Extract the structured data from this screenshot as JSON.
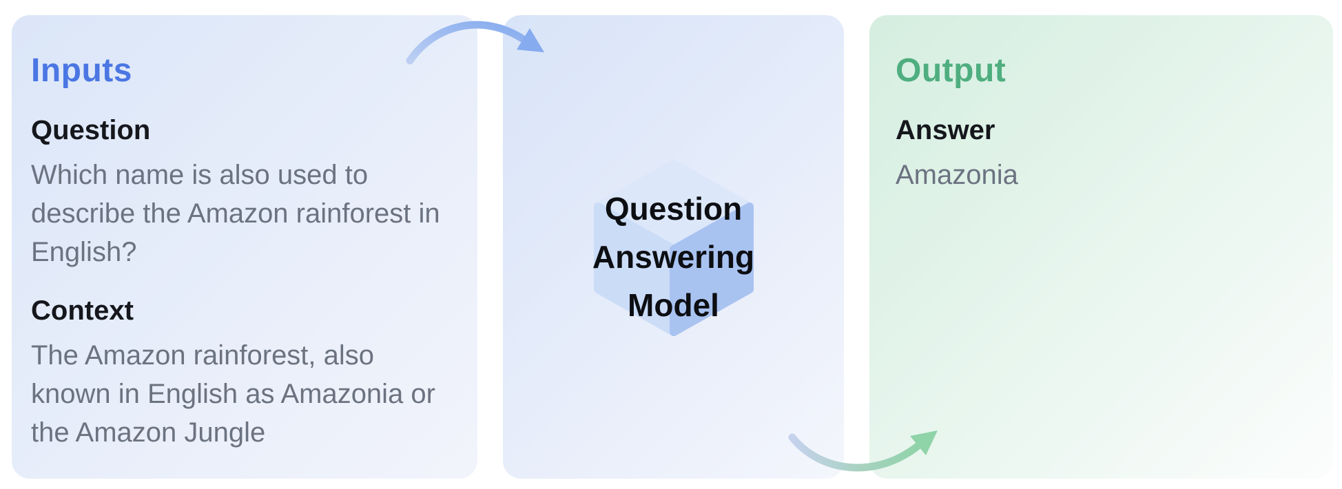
{
  "panels": {
    "inputs": {
      "title": "Inputs",
      "sections": [
        {
          "heading": "Question",
          "text": "Which name is also used to describe the Amazon rainforest in English?"
        },
        {
          "heading": "Context",
          "text": "The Amazon rainforest, also known in English as Amazonia or the Amazon Jungle"
        }
      ]
    },
    "model": {
      "label": "Question Answering Model",
      "icon": "cube-icon"
    },
    "output": {
      "title": "Output",
      "section": {
        "heading": "Answer",
        "text": "Amazonia"
      }
    }
  },
  "icons": {
    "model_box": "cube-icon",
    "inputs_to_model": "curved-arrow-right-icon",
    "model_to_output": "curved-arrow-right-icon"
  },
  "colors": {
    "inputs_title": "#4b76e3",
    "output_title": "#4fae7f",
    "heading_text": "#15171c",
    "body_text": "#6b7280",
    "inputs_panel_gradient_start": "#dbe6f8",
    "inputs_panel_gradient_end": "#f2f4fb",
    "model_panel_gradient_start": "#d8e4f8",
    "model_panel_gradient_end": "#f4f6fc",
    "output_panel_gradient_start": "#d5eee0",
    "output_panel_gradient_end": "#fcfdfd",
    "cube_top_face": "#dce7fa",
    "cube_left_face": "#cbdcf7",
    "cube_right_face": "#a9c3f1",
    "arrow_top_start": "#bccff3",
    "arrow_top_end": "#85abee",
    "arrow_bottom_start": "#c5d2ed",
    "arrow_bottom_end": "#8fd3a9"
  }
}
